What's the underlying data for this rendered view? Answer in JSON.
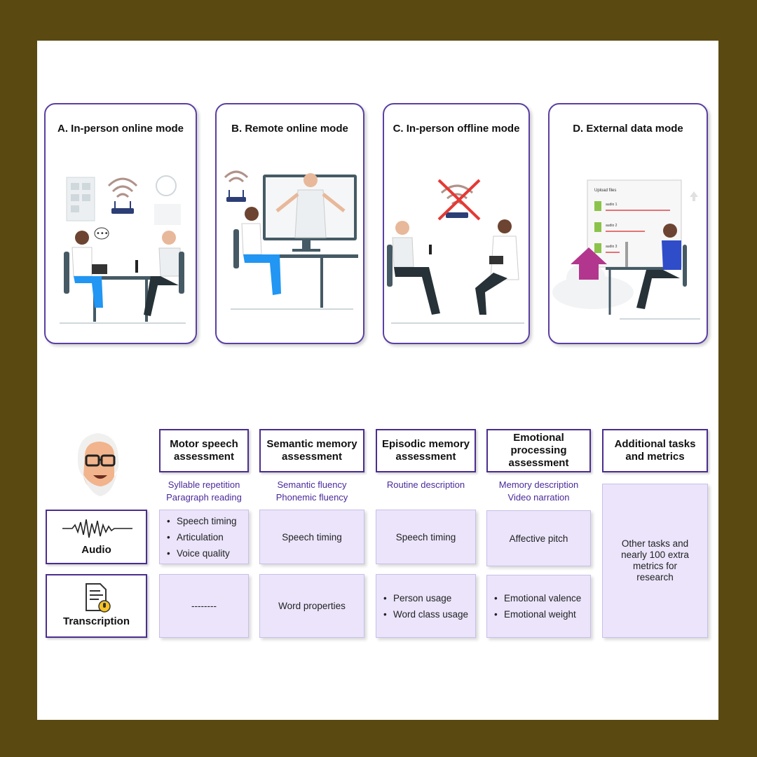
{
  "modes": [
    {
      "title": "A. In-person online mode"
    },
    {
      "title": "B. Remote online mode"
    },
    {
      "title": "C. In-person offline mode"
    },
    {
      "title": "D. External data mode"
    }
  ],
  "upload_panel": {
    "title": "Upload files",
    "files": [
      "audio 1",
      "audio 2",
      "audio 3"
    ]
  },
  "columns": [
    {
      "header": "Motor speech assessment",
      "tasks": [
        "Syllable repetition",
        "Paragraph reading"
      ],
      "audio": [
        "Speech timing",
        "Articulation",
        "Voice quality"
      ],
      "transcription": "--------"
    },
    {
      "header": "Semantic memory assessment",
      "tasks": [
        "Semantic fluency",
        "Phonemic fluency"
      ],
      "audio": "Speech timing",
      "transcription": "Word properties"
    },
    {
      "header": "Episodic memory assessment",
      "tasks": [
        "Routine description"
      ],
      "audio": "Speech timing",
      "transcription": [
        "Person usage",
        "Word class usage"
      ]
    },
    {
      "header": "Emotional processing assessment",
      "tasks": [
        "Memory description",
        "Video narration"
      ],
      "audio": "Affective pitch",
      "transcription": [
        "Emotional valence",
        "Emotional weight"
      ]
    }
  ],
  "additional": {
    "header": "Additional tasks and metrics",
    "body": "Other tasks and nearly 100 extra metrics for research"
  },
  "rows": {
    "audio": "Audio",
    "transcription": "Transcription"
  },
  "colors": {
    "frame": "#5a4a12",
    "accent": "#5b3fa3",
    "cell": "#ebe4fb",
    "task_text": "#4a2a9a",
    "upload_arrow": "#b3368e"
  }
}
